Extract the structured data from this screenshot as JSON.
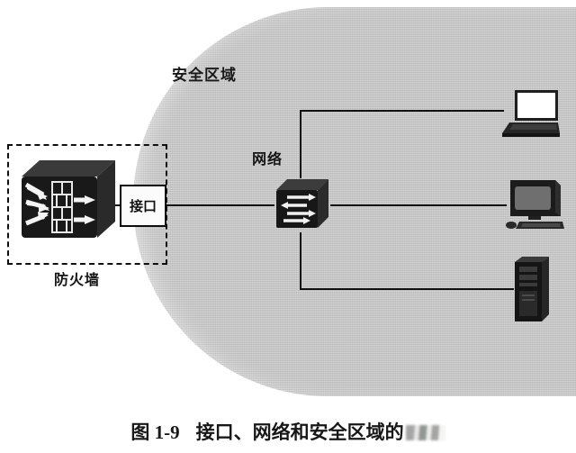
{
  "figure": {
    "title": "接口、网络和安全区域的",
    "caption_prefix": "图 1-9",
    "caption_body": "接口、网络和安全区域的",
    "caption_redacted": true,
    "diagram_type": "network-security-topology"
  },
  "zone": {
    "label": "安全区域",
    "label_en_hint": "security-zone",
    "fill_color": "#c9c9c9"
  },
  "firewall": {
    "label": "防火墙",
    "label_en_hint": "firewall",
    "boundary_style": "dashed",
    "icon_name": "firewall-brickwall-icon",
    "body_color": "#1c1c1c",
    "arrow_color": "#f2f2f2",
    "inbound_arrows": 3,
    "outbound_arrows": 2
  },
  "interface": {
    "label": "接口",
    "label_en_hint": "interface",
    "fill_color": "#fbfbfb",
    "border_color": "#0d0d0d"
  },
  "network": {
    "label": "网络",
    "label_en_hint": "network",
    "icon_name": "network-switch-icon",
    "body_color": "#1a1a1a",
    "arrow_color": "#f0f0f0"
  },
  "endpoints": [
    {
      "name": "laptop",
      "icon_name": "laptop-icon",
      "screen_color": "#ffffff",
      "body_color": "#1e1e1e"
    },
    {
      "name": "desktop",
      "icon_name": "desktop-computer-icon",
      "screen_color": "#6f6f6f",
      "body_color": "#1a1a1a"
    },
    {
      "name": "server",
      "icon_name": "server-tower-icon",
      "body_color": "#141414"
    }
  ],
  "links": [
    {
      "from": "firewall",
      "to": "interface",
      "style": "straight"
    },
    {
      "from": "interface",
      "to": "network",
      "style": "straight"
    },
    {
      "from": "network",
      "to": "laptop",
      "style": "right-angle"
    },
    {
      "from": "network",
      "to": "desktop",
      "style": "straight"
    },
    {
      "from": "network",
      "to": "server",
      "style": "right-angle"
    }
  ],
  "colors": {
    "line": "#111111",
    "text": "#141414",
    "page_background": "#ffffff"
  }
}
